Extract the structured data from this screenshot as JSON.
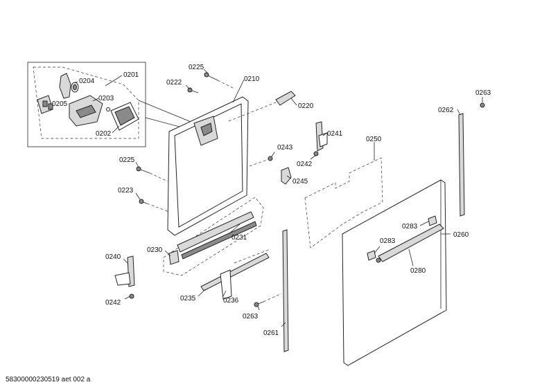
{
  "labels": {
    "p0201": "0201",
    "p0202": "0202",
    "p0203": "0203",
    "p0204": "0204",
    "p0205": "0205",
    "p0210": "0210",
    "p0220": "0220",
    "p0222": "0222",
    "p0223": "0223",
    "p0225a": "0225",
    "p0225b": "0225",
    "p0230": "0230",
    "p0231": "0231",
    "p0235": "0235",
    "p0236": "0236",
    "p0240": "0240",
    "p0241": "0241",
    "p0242a": "0242",
    "p0242b": "0242",
    "p0243": "0243",
    "p0245": "0245",
    "p0250": "0250",
    "p0260": "0260",
    "p0261": "0261",
    "p0262": "0262",
    "p0263a": "0263",
    "p0263b": "0263",
    "p0280": "0280",
    "p0283a": "0283",
    "p0283b": "0283"
  },
  "footer": "58300000230519 aet 002 a"
}
